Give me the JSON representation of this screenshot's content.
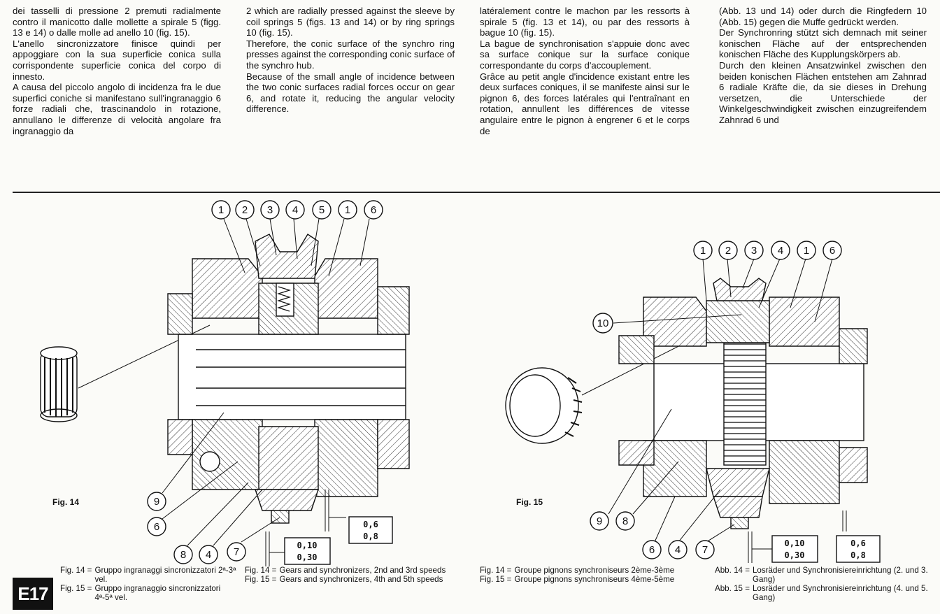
{
  "text": {
    "it": [
      "dei tasselli di pressione 2 premuti radialmente contro il manicotto dalle mollette a spirale 5 (figg. 13 e 14) o dalle molle ad anello 10 (fig. 15).",
      "L'anello sincronizzatore finisce quindi per appoggiare con la sua superficie conica sulla corrispondente superficie conica del corpo di innesto.",
      "A causa del piccolo angolo di incidenza fra le due superfici coniche si manifestano sull'ingranaggio 6 forze radiali che, trascinandolo in rotazione, annullano le differenze di velocità angolare fra ingranaggio da"
    ],
    "en": [
      "2 which are radially pressed against the sleeve by coil springs 5 (figs. 13 and 14) or by ring springs 10 (fig. 15).",
      "Therefore, the conic surface of the synchro ring presses against the corresponding conic surface of the synchro hub.",
      "Because of the small angle of incidence between the two conic surfaces radial forces occur on gear 6, and rotate it, reducing the angular velocity difference."
    ],
    "fr": [
      "latéralement contre le machon par les ressorts à spirale 5 (fig. 13 et 14), ou par des ressorts à bague 10 (fig. 15).",
      "La bague de synchronisation s'appuie donc avec sa surface conique sur la surface conique correspondante du corps d'accouplement.",
      "Grâce au petit angle d'incidence existant entre les deux surfaces coniques, il se manifeste ainsi sur le pignon 6, des forces latérales qui l'entraînant en rotation, annullent les différences de vitesse angulaire entre le pignon à engrener 6 et le corps de"
    ],
    "de": [
      "(Abb. 13 und 14) oder durch die Ringfedern 10 (Abb. 15) gegen die Muffe gedrückt werden.",
      "Der Synchronring stützt sich demnach mit seiner konischen Fläche auf der entsprechenden konischen Fläche des Kupplungskörpers ab.",
      "Durch den kleinen Ansatzwinkel zwischen den beiden konischen Flächen entstehen am Zahnrad 6 radiale Kräfte die, da sie dieses in Drehung versetzen, die Unterschiede der Winkelgeschwindigkeit zwischen einzugreifendem Zahnrad 6 und"
    ]
  },
  "fig14": {
    "label": "Fig. 14",
    "callouts_top": [
      "1",
      "2",
      "3",
      "4",
      "5",
      "1",
      "6"
    ],
    "callouts_bottom": [
      "9",
      "6",
      "8",
      "4",
      "7"
    ],
    "dim_a": [
      "0,10",
      "0,30"
    ],
    "dim_b": [
      "0,6",
      "0,8"
    ]
  },
  "fig15": {
    "label": "Fig. 15",
    "callouts_top": [
      "1",
      "2",
      "3",
      "4",
      "1",
      "6"
    ],
    "callout_side": "10",
    "callouts_bottom": [
      "9",
      "8",
      "6",
      "4",
      "7"
    ],
    "dim_a": [
      "0,10",
      "0,30"
    ],
    "dim_b": [
      "0,6",
      "0,8"
    ]
  },
  "captions": {
    "it": [
      {
        "k": "Fig. 14 =",
        "v": "Gruppo ingranaggi sincronizzatori 2ª-3ª vel."
      },
      {
        "k": "Fig. 15 =",
        "v": "Gruppo ingranaggio sincronizzatori 4ª-5ª vel."
      }
    ],
    "en": [
      {
        "k": "Fig. 14 =",
        "v": "Gears and synchronizers, 2nd and 3rd speeds"
      },
      {
        "k": "Fig. 15 =",
        "v": "Gears and synchronizers, 4th and 5th speeds"
      }
    ],
    "fr": [
      {
        "k": "Fig. 14 =",
        "v": "Groupe pignons synchroniseurs 2ème-3ème"
      },
      {
        "k": "Fig. 15 =",
        "v": "Groupe pignons synchroniseurs 4ème-5ème"
      }
    ],
    "de": [
      {
        "k": "Abb. 14 =",
        "v": "Losräder und Synchronisiereinrichtung (2. und 3. Gang)"
      },
      {
        "k": "Abb. 15 =",
        "v": "Losräder und Synchronisiereinrichtung (4. und 5. Gang)"
      }
    ]
  },
  "badge": "E17"
}
